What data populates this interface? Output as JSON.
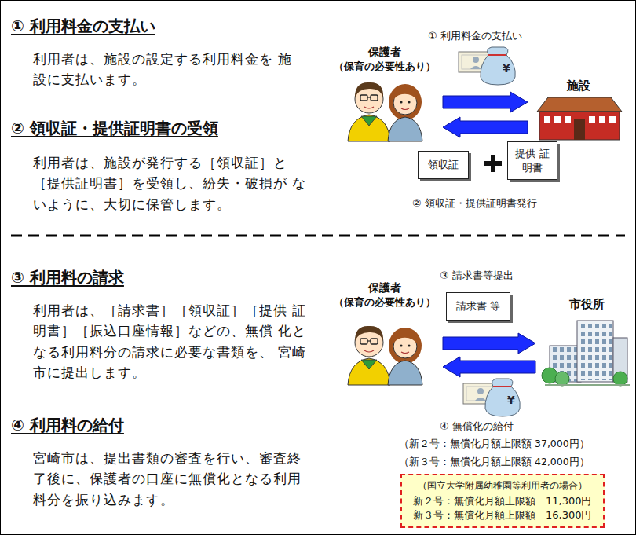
{
  "diagram": {
    "nodes": [
      {
        "text": [
          "保護者",
          "（保育の必要性あり）"
        ]
      },
      {
        "text": [
          "施設"
        ]
      },
      {
        "text": [
          "領収証"
        ]
      },
      {
        "text": [
          "提供 証明書"
        ]
      },
      {
        "text": [
          "保護者",
          "（保育の必要性あり）"
        ]
      },
      {
        "text": [
          "請求書 等"
        ]
      },
      {
        "text": [
          "市役所"
        ]
      },
      {
        "text": [
          "（国立大学附属幼稚園等利用者の場合）",
          "新２号：無償化月額上限額　11,300円",
          "新３号：無償化月額上限額　16,300円"
        ]
      }
    ],
    "edges": [
      {
        "from": 0,
        "to": 1,
        "arrow": "to"
      },
      {
        "from": 1,
        "to": 0,
        "arrow": "to"
      },
      {
        "from": 4,
        "to": 6,
        "arrow": "to"
      },
      {
        "from": 6,
        "to": 4,
        "arrow": "to"
      }
    ],
    "labels": [
      "① 利用料金の支払い",
      "利用者は、施設の設定する利用料金を 施設に支払います。",
      "② 領収証・提供証明書の受領",
      "利用者は、施設が発行する［領収証］と ［提供証明書］を受領し、紛失・破損が ないように、大切に保管します。",
      "③ 利用料の請求",
      "利用者は、［請求書］［領収証］［提供 証明書］［振込口座情報］などの、無償 化となる利用料分の請求に必要な書類を、 宮崎市に提出します。",
      "④ 利用料の給付",
      "宮崎市は、提出書類の審査を行い、審査終 了後に、保護者の口座に無償化となる利用 料分を振り込みます。",
      "① 利用料金の支払い",
      "¥",
      "② 領収証・提供証明書発行",
      "③ 請求書等提出",
      "¥",
      "④ 無償化の給付",
      "（新２号：無償化月額上限額 37,000円）",
      "（新３号：無償化月額上限額 42,000円）"
    ]
  }
}
